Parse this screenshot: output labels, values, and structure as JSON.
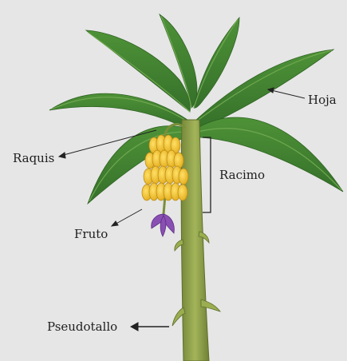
{
  "labels": {
    "hoja": "Hoja",
    "raquis": "Raquis",
    "racimo": "Racimo",
    "fruto": "Fruto",
    "pseudotallo": "Pseudotallo"
  },
  "colors": {
    "background": "#e6e6e6",
    "leaf": "#3f7f2e",
    "leaf_dark": "#2f6322",
    "stem": "#8c9e45",
    "banana": "#f0c02c",
    "flower": "#8a4fb3",
    "label_text": "#1e1e1e"
  }
}
